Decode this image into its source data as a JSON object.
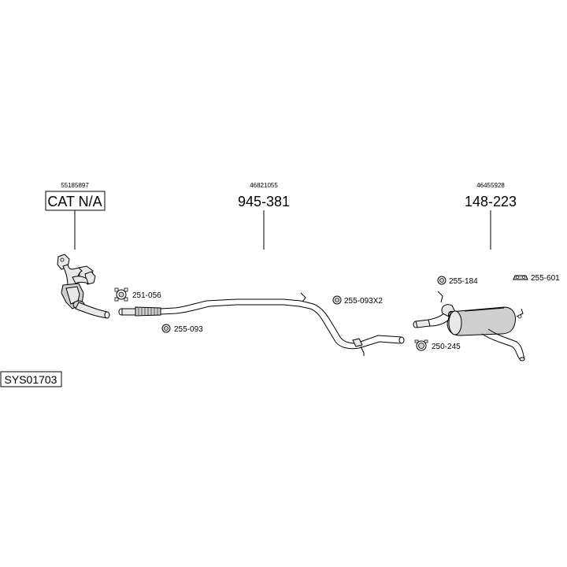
{
  "system_code": "SYS01703",
  "callouts": [
    {
      "oe_number": "55185897",
      "part_number": "CAT N/A",
      "boxed": true
    },
    {
      "oe_number": "46821055",
      "part_number": "945-381",
      "boxed": false
    },
    {
      "oe_number": "46455928",
      "part_number": "148-223",
      "boxed": false
    }
  ],
  "accessories": [
    {
      "code": "251-056",
      "icon": "clamp-icon"
    },
    {
      "code": "255-093",
      "icon": "rubber-ring-icon"
    },
    {
      "code": "255-093X2",
      "icon": "rubber-ring-icon"
    },
    {
      "code": "255-184",
      "icon": "rubber-ring-icon"
    },
    {
      "code": "255-601",
      "icon": "rubber-hanger-icon"
    },
    {
      "code": "250-245",
      "icon": "clamp-icon"
    }
  ]
}
